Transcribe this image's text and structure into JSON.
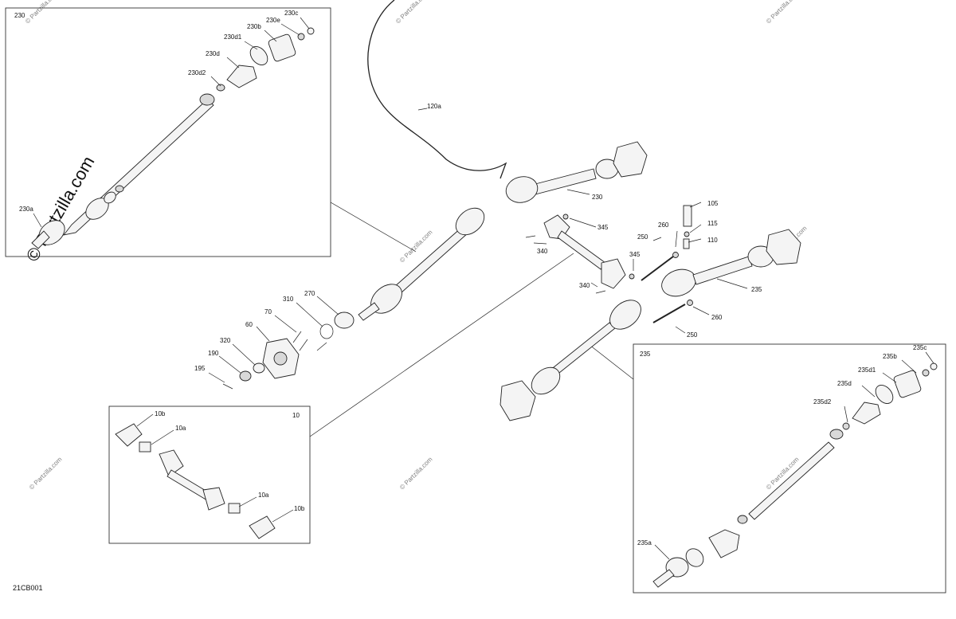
{
  "diagram_code": "21CB001",
  "watermarks": {
    "small": "© Partzilla.com",
    "large": "© Partzilla.com"
  },
  "boxes": {
    "box_230_label": "230",
    "box_235_label": "235",
    "box_10_label": "10"
  },
  "callouts": {
    "c230c": "230c",
    "c230e": "230e",
    "c230b": "230b",
    "c230d1": "230d1",
    "c230d": "230d",
    "c230d2": "230d2",
    "c230a": "230a",
    "c120a": "120a",
    "c230": "230",
    "c105": "105",
    "c115": "115",
    "c110": "110",
    "c260a": "260",
    "c250a": "250",
    "c345a": "345",
    "c345b": "345",
    "c340a": "340",
    "c340b": "340",
    "c235": "235",
    "c260b": "260",
    "c250b": "250",
    "c270": "270",
    "c310": "310",
    "c70": "70",
    "c60": "60",
    "c320": "320",
    "c190": "190",
    "c195": "195",
    "c10b_a": "10b",
    "c10a_a": "10a",
    "c10a_b": "10a",
    "c10b_b": "10b",
    "c235c": "235c",
    "c235b": "235b",
    "c235d1": "235d1",
    "c235d": "235d",
    "c235d2": "235d2",
    "c235a": "235a"
  }
}
